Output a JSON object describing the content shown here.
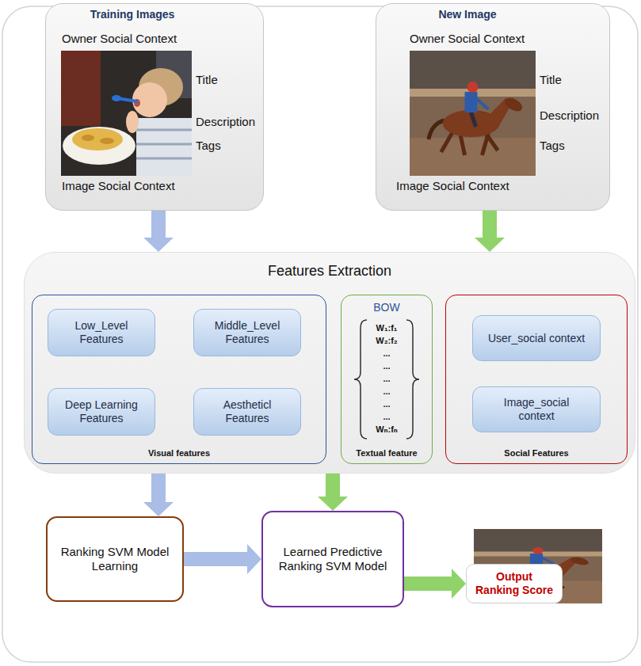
{
  "diagram": {
    "nodes": [
      {
        "text": [
          "Training Images",
          "Owner Social Context",
          "Title",
          "Description",
          "Tags",
          "Image Social Context"
        ]
      },
      {
        "text": [
          "New Image",
          "Owner Social Context",
          "Title",
          "Description",
          "Tags",
          "Image Social Context"
        ]
      },
      {
        "text": [
          "Features Extraction"
        ]
      },
      {
        "text": [
          "Visual features"
        ],
        "in": 2
      },
      {
        "text": [
          "Low_Level Features"
        ],
        "in": 3
      },
      {
        "text": [
          "Middle_Level Features"
        ],
        "in": 3
      },
      {
        "text": [
          "Deep Learning Features"
        ],
        "in": 3
      },
      {
        "text": [
          "Aestheticl Features"
        ],
        "in": 3
      },
      {
        "text": [
          "BOW",
          "W₁:f₁",
          "W₂:f₂",
          "...",
          "...",
          "...",
          "...",
          "...",
          "...",
          "Wₙ:fₙ",
          "Textual feature"
        ],
        "in": 2
      },
      {
        "text": [
          "Social Features"
        ],
        "in": 2
      },
      {
        "text": [
          "User_social context"
        ],
        "in": 9
      },
      {
        "text": [
          "Image_social context"
        ],
        "in": 9
      },
      {
        "text": [
          "Ranking SVM Model Learning"
        ]
      },
      {
        "text": [
          "Learned Predictive Ranking SVM Model"
        ]
      },
      {
        "text": [
          "Output Ranking Score"
        ]
      }
    ],
    "edges": [
      {
        "from": 0,
        "to": 2,
        "arrow": "to"
      },
      {
        "from": 1,
        "to": 2,
        "arrow": "to"
      },
      {
        "from": 2,
        "to": 12,
        "arrow": "to"
      },
      {
        "from": 2,
        "to": 13,
        "arrow": "to"
      },
      {
        "from": 12,
        "to": 13,
        "arrow": "to"
      },
      {
        "from": 13,
        "to": 14,
        "arrow": "to"
      }
    ]
  }
}
